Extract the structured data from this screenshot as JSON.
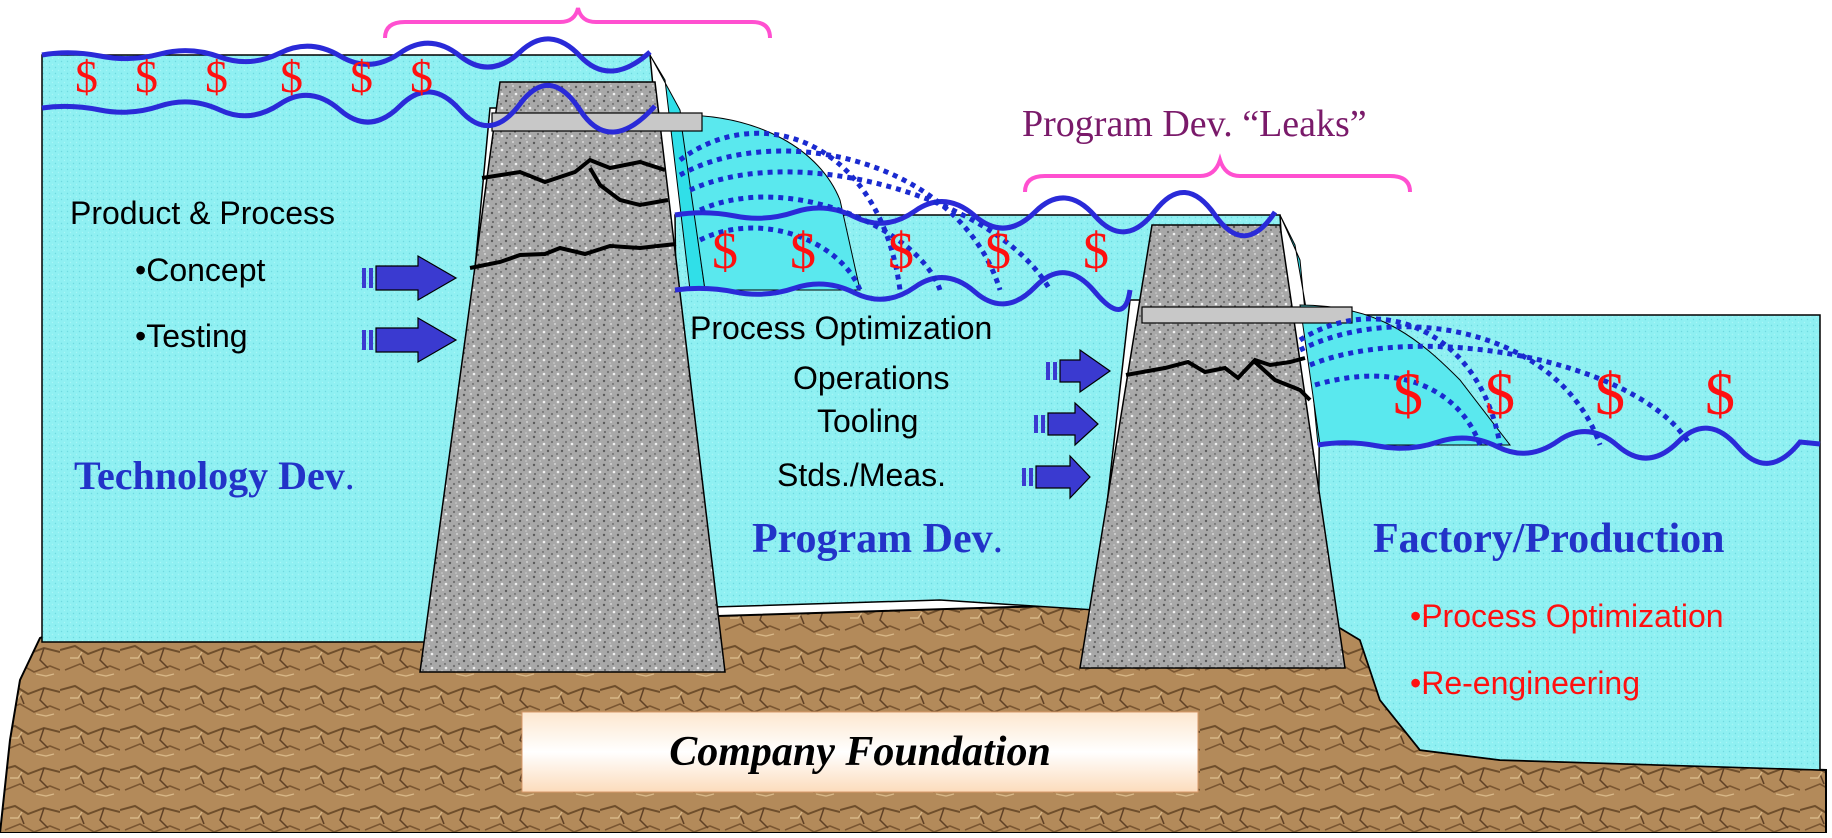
{
  "leaks_label": "Program Dev. “Leaks”",
  "tech_dev": {
    "heading": "Product & Process",
    "bullets": [
      "•Concept",
      "•Testing"
    ],
    "title": "Technology Dev",
    "title_suffix": "."
  },
  "program_dev": {
    "items": [
      "Process Optimization",
      "Operations",
      "Tooling",
      "Stds./Meas."
    ],
    "title": "Program Dev",
    "title_suffix": "."
  },
  "factory": {
    "title": "Factory/Production",
    "bullets": [
      "•Process Optimization",
      "•Re-engineering"
    ]
  },
  "foundation": "Company Foundation",
  "dollar_symbol": "$",
  "colors": {
    "water": "#8ff0f2",
    "water_edge": "#2a2ad8",
    "dam": "#9a9a9a",
    "earth": "#b08858",
    "leak_lines": "#1a2ad0",
    "brace": "#ff50d0",
    "arrow": "#3a3ad0",
    "dollar": "#ff1010",
    "title_blue": "#2233c8",
    "bullet_red": "#ff1010"
  }
}
